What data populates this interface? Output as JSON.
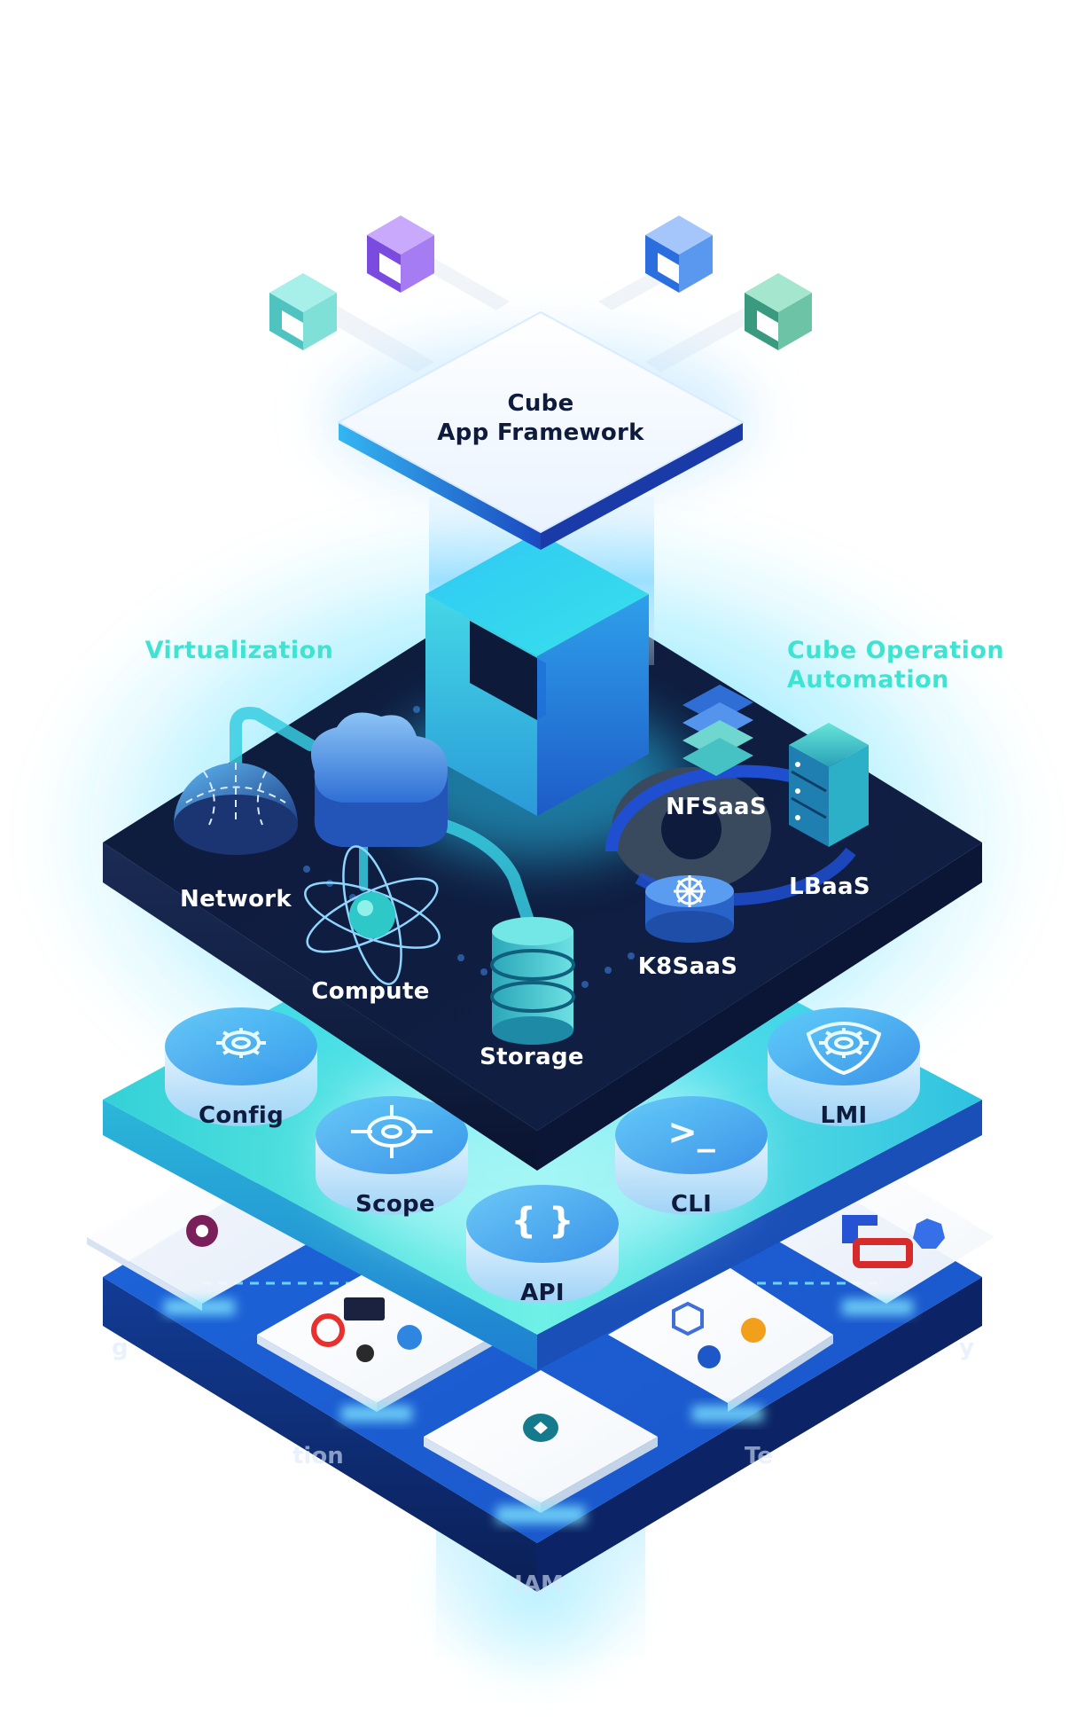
{
  "framework": {
    "line1": "Cube",
    "line2": "App Framework"
  },
  "groups": {
    "virtualization": "Virtualization",
    "operation_line1": "Cube Operation",
    "operation_line2": "Automation"
  },
  "services": {
    "network": "Network",
    "compute": "Compute",
    "storage": "Storage",
    "nfsaas": "NFSaaS",
    "lbaas": "LBaaS",
    "k8saas": "K8SaaS"
  },
  "interfaces": {
    "config": "Config",
    "scope": "Scope",
    "api": "API",
    "cli": "CLI",
    "lmi": "LMI",
    "api_glyph": "{ }",
    "cli_glyph": ">_"
  },
  "bottom": {
    "iam": "IAM",
    "left_partial": "tion",
    "right_partial": "Te",
    "left_edge": "g",
    "right_edge": "y"
  },
  "colors": {
    "teal": "#3fe3d2",
    "navy": "#0d1a3a",
    "blue": "#1b5fd6",
    "cyan_glow": "#29d4ff",
    "interface_top": "#55b8f2"
  }
}
